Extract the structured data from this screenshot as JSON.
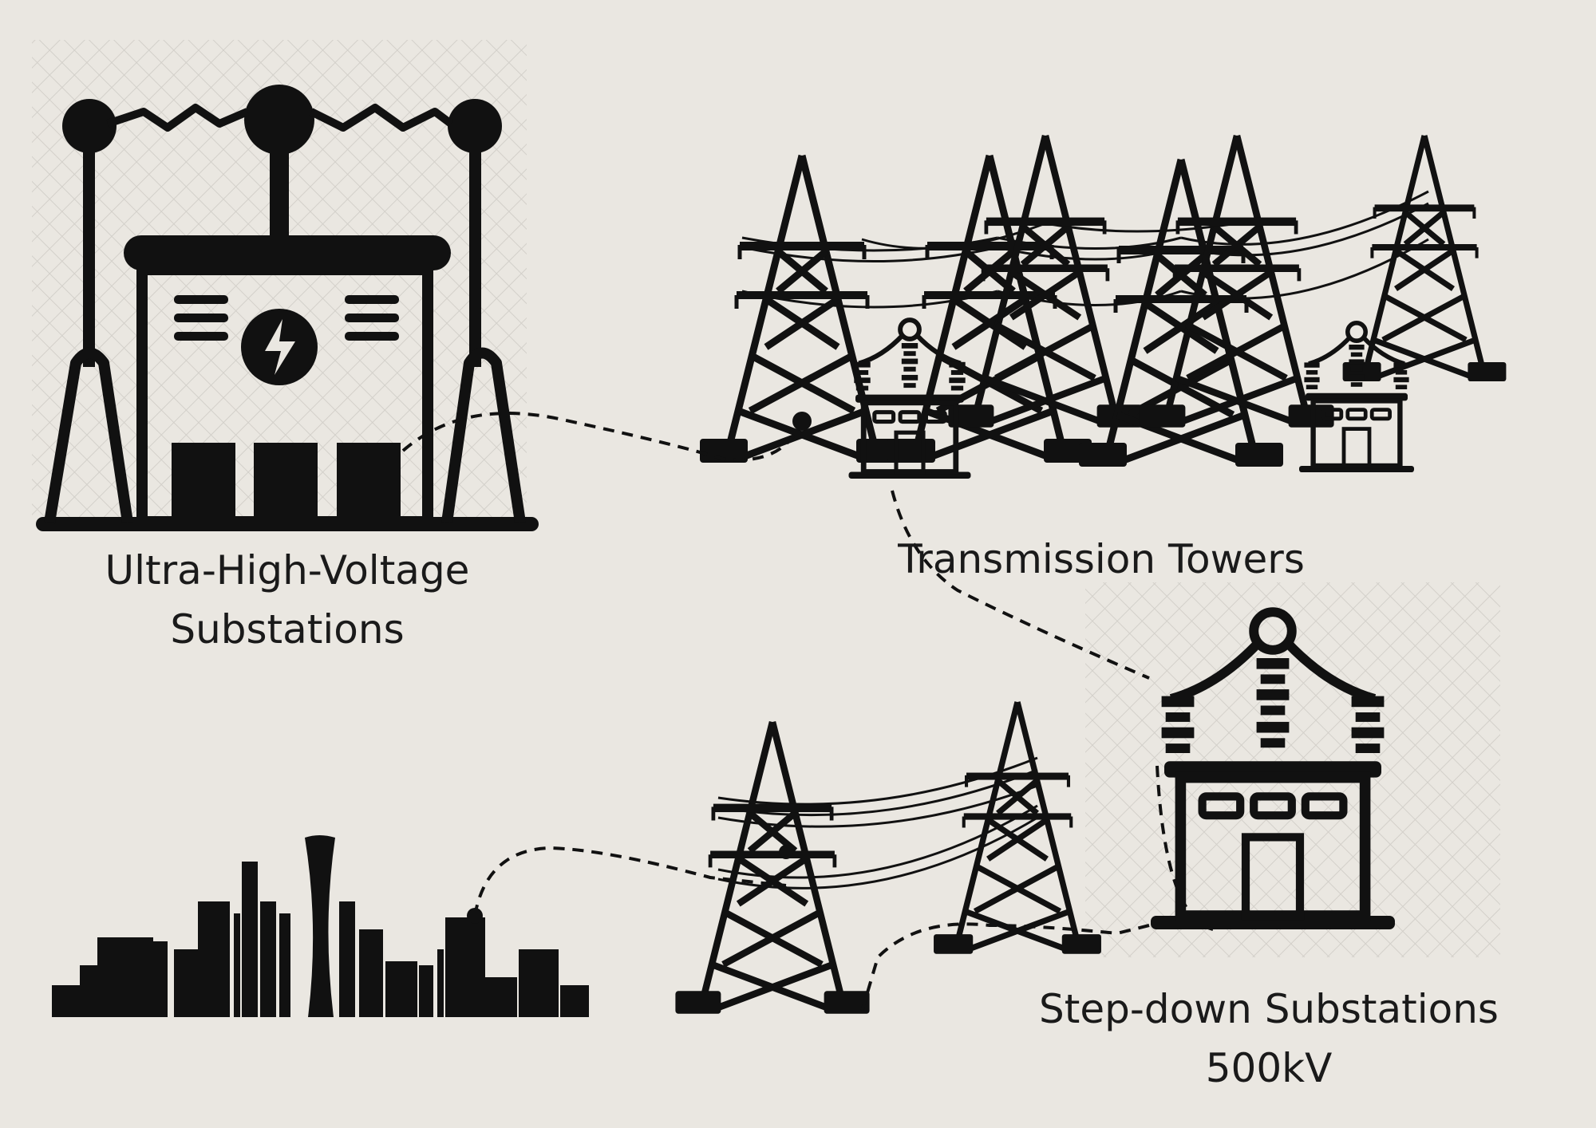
{
  "labels": {
    "uhv_line1": "Ultra-High-Voltage",
    "uhv_line2": "Substations",
    "towers": "Transmission Towers",
    "stepdown_line1": "Step-down Substations",
    "stepdown_line2": "500kV"
  },
  "colors": {
    "background": "#eae7e1",
    "ink": "#111111",
    "grid": "#d6d3cd"
  },
  "icons": [
    "substation-icon",
    "lightning-icon",
    "transmission-tower-icon",
    "transformer-icon",
    "city-skyline-icon"
  ]
}
